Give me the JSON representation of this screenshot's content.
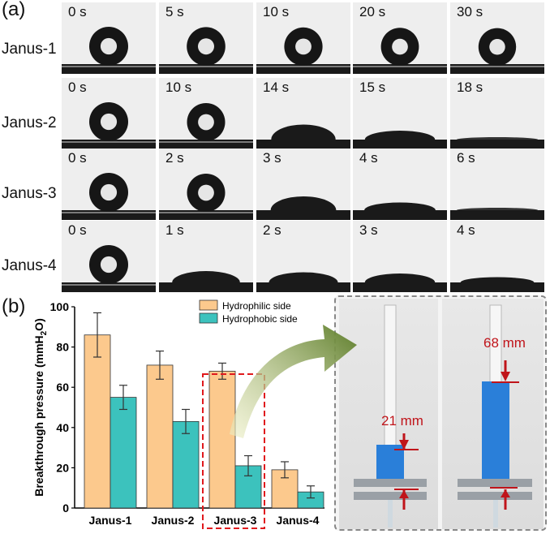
{
  "panel_a": {
    "label": "(a)",
    "rows": [
      {
        "name": "Janus-1",
        "times": [
          "0 s",
          "5 s",
          "10 s",
          "20 s",
          "30 s"
        ],
        "spread": [
          0,
          0.02,
          0.04,
          0.06,
          0.08
        ]
      },
      {
        "name": "Janus-2",
        "times": [
          "0 s",
          "10 s",
          "14 s",
          "15 s",
          "18 s"
        ],
        "spread": [
          0,
          0.05,
          0.55,
          0.8,
          1
        ]
      },
      {
        "name": "Janus-3",
        "times": [
          "0 s",
          "2 s",
          "3 s",
          "4 s",
          "6 s"
        ],
        "spread": [
          0,
          0.05,
          0.6,
          0.85,
          1
        ]
      },
      {
        "name": "Janus-4",
        "times": [
          "0 s",
          "1 s",
          "2 s",
          "3 s",
          "4 s"
        ],
        "spread": [
          0,
          0.7,
          0.75,
          0.8,
          0.95
        ]
      }
    ]
  },
  "panel_b": {
    "label": "(b)"
  },
  "chart_data": {
    "type": "bar",
    "categories": [
      "Janus-1",
      "Janus-2",
      "Janus-3",
      "Janus-4"
    ],
    "series": [
      {
        "name": "Hydrophilic side",
        "values": [
          86,
          71,
          68,
          19
        ],
        "errors": [
          11,
          7,
          4,
          4
        ],
        "color": "#fcc98d"
      },
      {
        "name": "Hydrophobic side",
        "values": [
          55,
          43,
          21,
          8
        ],
        "errors": [
          6,
          6,
          5,
          3
        ],
        "color": "#3cc2bd"
      }
    ],
    "ylabel_parts": [
      "Breakthrough pressure (mmH",
      "2",
      "O)"
    ],
    "ylim": [
      0,
      100
    ],
    "yticks": [
      0,
      20,
      40,
      60,
      80,
      100
    ],
    "highlight_category": "Janus-3",
    "highlight_color": "#e0191d",
    "legend_position": "top-right"
  },
  "photos": {
    "left_label": "21 mm",
    "right_label": "68 mm",
    "annotation_color": "#c0141a",
    "arrow_color": "#5d7d2a",
    "liquid_color": "#2a7fd9"
  }
}
